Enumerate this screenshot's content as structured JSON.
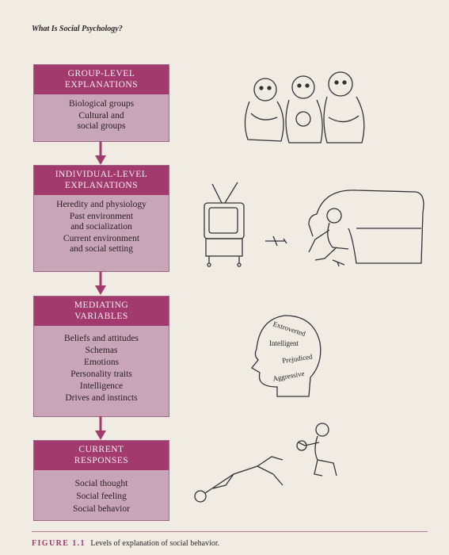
{
  "page_header": "What Is Social Psychology?",
  "boxes": [
    {
      "title_lines": [
        "GROUP-LEVEL",
        "EXPLANATIONS"
      ],
      "items": [
        "Biological groups",
        "Cultural and",
        "social groups"
      ]
    },
    {
      "title_lines": [
        "INDIVIDUAL-LEVEL",
        "EXPLANATIONS"
      ],
      "items": [
        "Heredity and physiology",
        "Past environment",
        "and socialization",
        "Current environment",
        "and social setting"
      ]
    },
    {
      "title_lines": [
        "MEDIATING",
        "VARIABLES"
      ],
      "items": [
        "Beliefs and attitudes",
        "Schemas",
        "Emotions",
        "Personality traits",
        "Intelligence",
        "Drives and instincts"
      ]
    },
    {
      "title_lines": [
        "CURRENT",
        "RESPONSES"
      ],
      "items": [
        "Social thought",
        "Social feeling",
        "Social behavior"
      ]
    }
  ],
  "head_words": [
    "Extroverted",
    "Intelligent",
    "Prejudiced",
    "Aggressive"
  ],
  "caption": {
    "label": "FIGURE 1.1",
    "text": "Levels of explanation of social behavior."
  },
  "colors": {
    "title_bar": "#a23a6e",
    "box_fill": "#c9a5b8",
    "arrow": "#a23a6e",
    "paper": "#f1ece3"
  }
}
